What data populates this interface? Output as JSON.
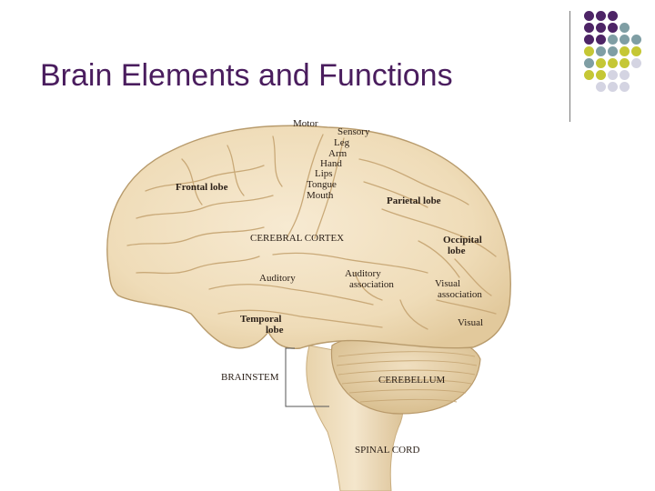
{
  "title": "Brain Elements and Functions",
  "colors": {
    "title": "#4a1d5e",
    "dot_purple": "#4d2466",
    "dot_teal": "#7f9ea4",
    "dot_lime": "#c5c735",
    "dot_lavender": "#d4d4e2"
  },
  "labels": {
    "motor": "Motor",
    "sensory": "Sensory",
    "leg": "Leg",
    "arm": "Arm",
    "hand": "Hand",
    "lips": "Lips",
    "tongue": "Tongue",
    "mouth": "Mouth",
    "frontal_lobe": "Frontal lobe",
    "parietal_lobe": "Parietal lobe",
    "cerebral_cortex": "CEREBRAL CORTEX",
    "occipital_lobe_1": "Occipital",
    "occipital_lobe_2": "lobe",
    "auditory": "Auditory",
    "auditory_assoc_1": "Auditory",
    "auditory_assoc_2": "association",
    "visual_assoc_1": "Visual",
    "visual_assoc_2": "association",
    "temporal_lobe_1": "Temporal",
    "temporal_lobe_2": "lobe",
    "visual": "Visual",
    "brainstem": "BRAINSTEM",
    "cerebellum": "CEREBELLUM",
    "spinal_cord": "SPINAL CORD"
  }
}
